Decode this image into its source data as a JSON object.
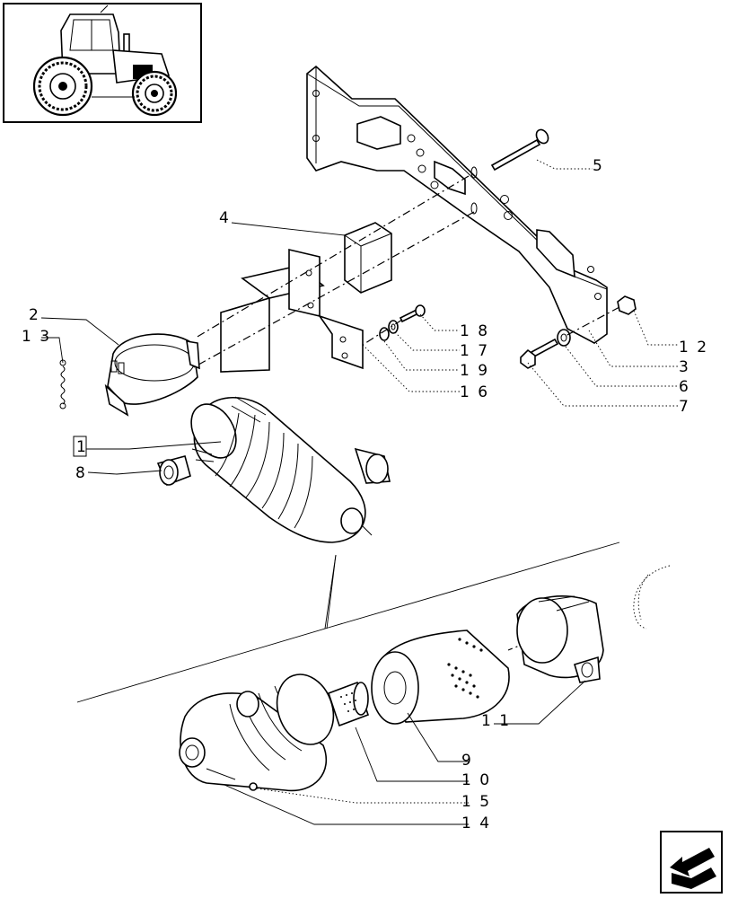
{
  "callouts": {
    "c1": "1",
    "c2": "2",
    "c3": "3",
    "c4": "4",
    "c5": "5",
    "c6": "6",
    "c7": "7",
    "c8": "8",
    "c9": "9",
    "c10": "1 0",
    "c11": "1 1",
    "c12": "1 2",
    "c13": "1 3",
    "c14": "1 4",
    "c15": "1 5",
    "c16": "1 6",
    "c17": "1 7",
    "c18": "1 8",
    "c19": "1 9"
  },
  "icons": {
    "thumbnail": "tractor-thumbnail-icon",
    "navigation": "previous-page-arrow-icon"
  }
}
